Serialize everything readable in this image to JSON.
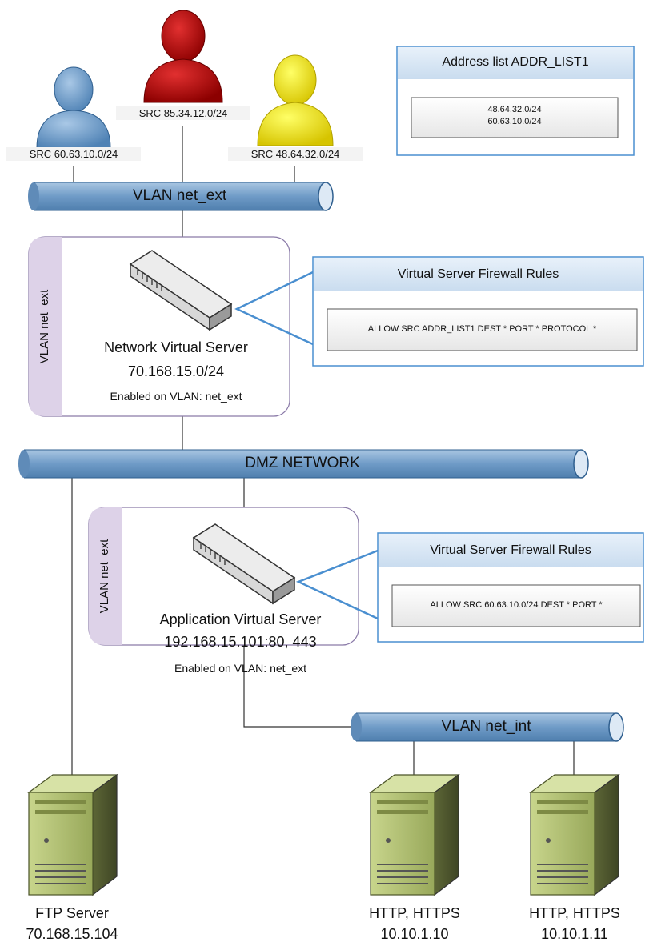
{
  "users": {
    "blue": {
      "src": "SRC 60.63.10.0/24",
      "color": "#6fa0d0"
    },
    "red": {
      "src": "SRC 85.34.12.0/24",
      "color": "#c01010"
    },
    "yellow": {
      "src": "SRC 48.64.32.0/24",
      "color": "#f5e800"
    }
  },
  "address_list": {
    "title": "Address list ADDR_LIST1",
    "entries": [
      "48.64.32.0/24",
      "60.63.10.0/24"
    ]
  },
  "vlan_ext_pipe": "VLAN net_ext",
  "dmz_pipe": "DMZ NETWORK",
  "vlan_int_pipe": "VLAN net_int",
  "network_vs": {
    "side_label": "VLAN net_ext",
    "name": "Network Virtual Server",
    "address": "70.168.15.0/24",
    "enabled": "Enabled on VLAN: net_ext"
  },
  "network_rules": {
    "title": "Virtual Server Firewall Rules",
    "rule": "ALLOW SRC ADDR_LIST1 DEST * PORT * PROTOCOL *"
  },
  "app_vs": {
    "side_label": "VLAN net_ext",
    "name": "Application Virtual Server",
    "address": "192.168.15.101:80, 443",
    "enabled": "Enabled on VLAN: net_ext"
  },
  "app_rules": {
    "title": "Virtual Server Firewall Rules",
    "rule": "ALLOW SRC 60.63.10.0/24 DEST * PORT *"
  },
  "servers": {
    "ftp": {
      "role": "FTP Server",
      "ip": "70.168.15.104"
    },
    "http1": {
      "role": "HTTP, HTTPS",
      "ip": "10.10.1.10"
    },
    "http2": {
      "role": "HTTP, HTTPS",
      "ip": "10.10.1.11"
    }
  },
  "colors": {
    "pipe": "#7ea6cc",
    "panel_border": "#4a8fd0",
    "vs_border": "#8a7aa8",
    "vs_band": "#ddd2e8",
    "server_body": "#a9b86a"
  }
}
